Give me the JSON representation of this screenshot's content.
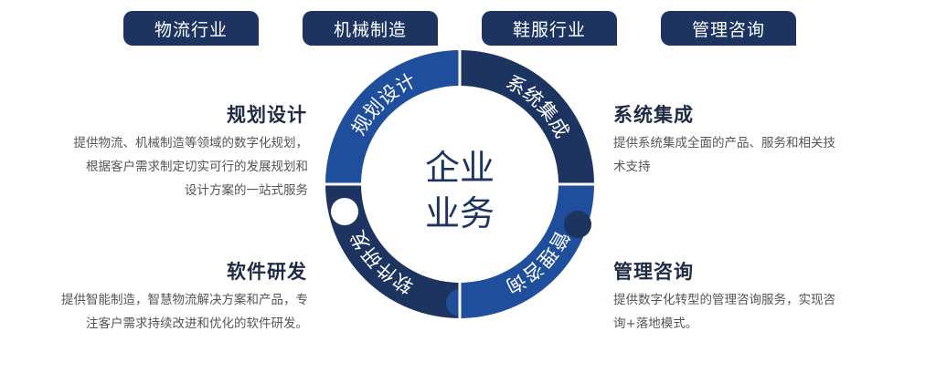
{
  "tabs": [
    "物流行业",
    "机械制造",
    "鞋服行业",
    "管理咨询"
  ],
  "center": {
    "line1": "企业",
    "line2": "业务"
  },
  "ring": [
    "规划设计",
    "系统集成",
    "管理咨询",
    "软件研发"
  ],
  "blocks": {
    "planning": {
      "title": "规划设计",
      "lines": [
        "提供物流、机械制造等领域的数字化规划，",
        "根据客户需求制定切实可行的发展规划和",
        "设计方案的一站式服务"
      ]
    },
    "integration": {
      "title": "系统集成",
      "lines": [
        "提供系统集成全面的产品、服务和相关技",
        "术支持"
      ]
    },
    "software": {
      "title": "软件研发",
      "lines": [
        "提供智能制造，智慧物流解决方案和产品，专",
        "注客户需求持续改进和优化的软件研发。"
      ]
    },
    "consulting": {
      "title": "管理咨询",
      "lines": [
        "提供数字化转型的管理咨询服务，实现咨",
        "询+落地模式。"
      ]
    }
  },
  "colors": {
    "navy": "#1d3461",
    "blue": "#1f4e9c",
    "text": "#555555"
  }
}
